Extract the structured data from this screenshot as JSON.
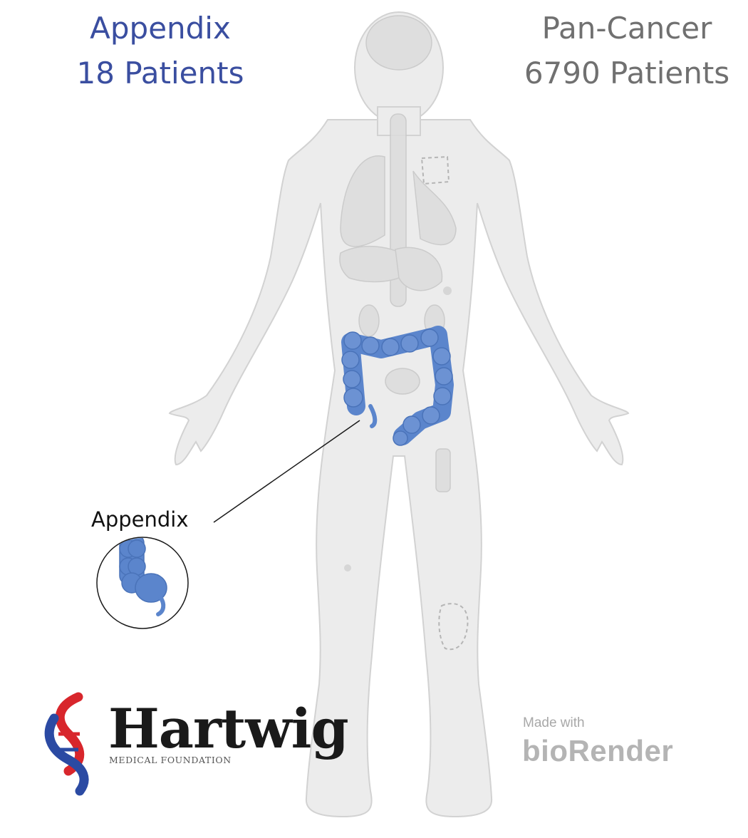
{
  "header": {
    "organ_title": "Appendix",
    "organ_patients": "18 Patients",
    "pan_title": "Pan-Cancer",
    "pan_patients": "6790 Patients"
  },
  "callout": {
    "label": "Appendix"
  },
  "logos": {
    "hartwig_name": "Hartwig",
    "hartwig_sub": "MEDICAL FOUNDATION",
    "made_with": "Made with",
    "biorender": "bioRender"
  },
  "colors": {
    "highlight_organ": "#5b85cc",
    "body_fill": "#ececec",
    "organ_title": "#3a4ea0",
    "pan_title": "#707070",
    "hartwig_red": "#d8262c",
    "hartwig_blue": "#2b4aa3"
  }
}
